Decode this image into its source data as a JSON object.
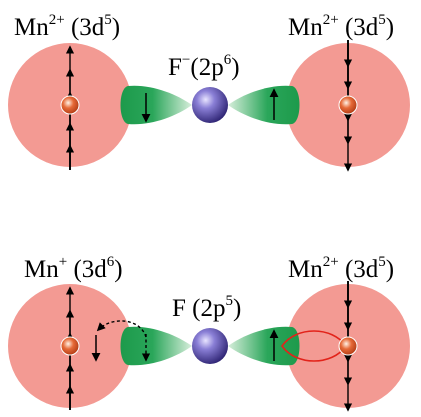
{
  "colors": {
    "mn_sphere": "#f39a93",
    "nucleus": "#d9542a",
    "fluorine": "#4a3fa3",
    "orbital_green": "#1d9a4b",
    "orbital_fade": "#d7eedb",
    "hop_path": "#e2231a",
    "arrow": "#000000"
  },
  "top_panel": {
    "left_ion": {
      "base": "Mn",
      "charge": "2+",
      "config_open": " (3d",
      "config_sup": "5",
      "config_close": ")"
    },
    "center_ion": {
      "base": "F",
      "charge": "−",
      "config_open": "(2p",
      "config_sup": "6",
      "config_close": ")"
    },
    "right_ion": {
      "base": "Mn",
      "charge": "2+",
      "config_open": " (3d",
      "config_sup": "5",
      "config_close": ")"
    },
    "left_spins": "up",
    "right_spins": "down",
    "left_lobe_spin": "down",
    "right_lobe_spin": "up"
  },
  "bottom_panel": {
    "left_ion": {
      "base": "Mn",
      "charge": "+",
      "config_open": " (3d",
      "config_sup": "6",
      "config_close": ")"
    },
    "center_ion": {
      "base": "F",
      "charge": "",
      "config_open": " (2p",
      "config_sup": "5",
      "config_close": ")"
    },
    "right_ion": {
      "base": "Mn",
      "charge": "2+",
      "config_open": " (3d",
      "config_sup": "5",
      "config_close": ")"
    },
    "left_spins": "up",
    "right_spins": "down",
    "transferred_spin": "down",
    "right_lobe_spin": "up",
    "hop": "electron transferred from F 2p lobe to left Mn (dashed arrows)",
    "exchange": "red loop linking right lobe and right Mn"
  }
}
